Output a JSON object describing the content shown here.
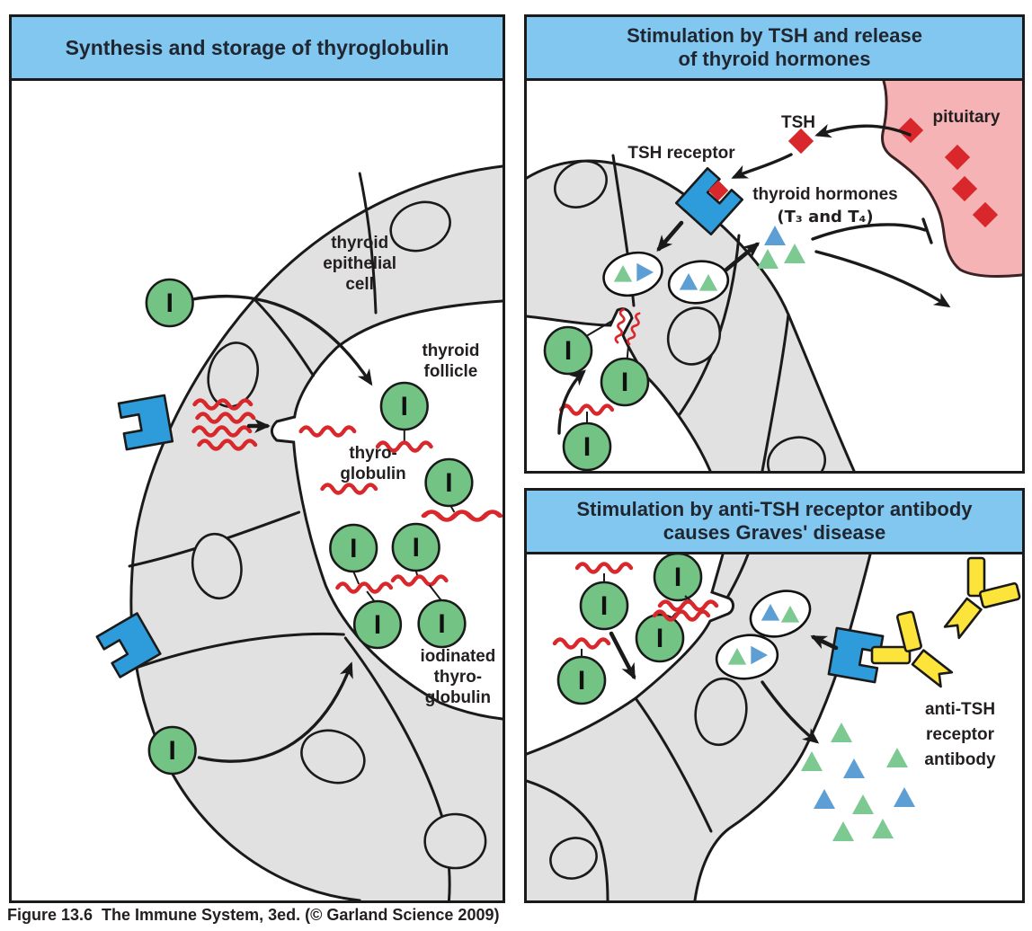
{
  "caption": "Figure 13.6  The Immune System, 3ed. (© Garland Science 2009)",
  "colors": {
    "header_bg": "#82C7EF",
    "cell_gray": "#E1E1E2",
    "outline": "#1a1a1a",
    "iodine_green": "#72C384",
    "red": "#D9282B",
    "receptor_blue": "#2E9BDB",
    "pituitary_pink": "#F5B3B6",
    "antibody_yellow": "#FCE43B",
    "hormone_green": "#7CC992",
    "hormone_blue": "#5D9FD4",
    "text": "#231F20"
  },
  "panels": {
    "synthesis": {
      "title": "Synthesis and storage of thyroglobulin",
      "labels": {
        "iodine_symbol": "I",
        "epithelial": [
          "thyroid",
          "epithelial",
          "cell"
        ],
        "follicle": [
          "thyroid",
          "follicle"
        ],
        "thyroglobulin": [
          "thyro-",
          "globulin"
        ],
        "iodinated": [
          "iodinated",
          "thyro-",
          "globulin"
        ]
      }
    },
    "tsh": {
      "title": [
        "Stimulation by TSH and release",
        "of thyroid hormones"
      ],
      "labels": {
        "tsh": "TSH",
        "tsh_receptor": "TSH receptor",
        "pituitary": "pituitary",
        "thyroid_hormones": [
          "thyroid hormones",
          "(T₃ and T₄)"
        ]
      }
    },
    "graves": {
      "title": [
        "Stimulation by anti-TSH receptor antibody",
        "causes Graves' disease"
      ],
      "labels": {
        "antibody": [
          "anti-TSH",
          "receptor",
          "antibody"
        ]
      }
    }
  }
}
